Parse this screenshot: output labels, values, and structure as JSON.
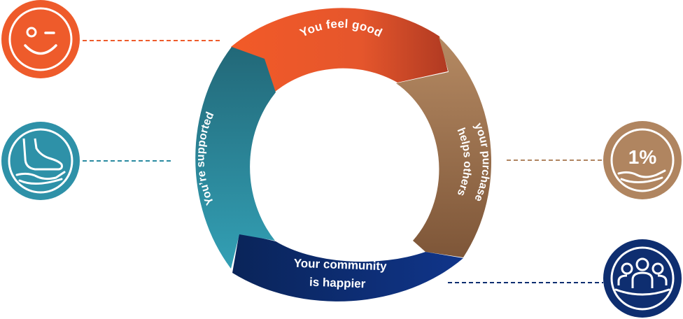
{
  "colors": {
    "orange": "#EE5B2B",
    "orange_dark": "#B83A22",
    "tan": "#B08560",
    "tan_dark": "#80583A",
    "navy": "#0E2E70",
    "navy_dark": "#0A2459",
    "teal": "#3096AC",
    "teal_dark": "#246E80"
  },
  "segments": {
    "feel_good": {
      "label": "You feel good",
      "icon": "smiley-wink-icon"
    },
    "purchase": {
      "line1": "your purchase",
      "line2": "helps others",
      "icon": "one-percent-hand-icon",
      "icon_text": "1%"
    },
    "community": {
      "line1": "Your community",
      "line2": "is happier",
      "icon": "community-people-icon"
    },
    "supported": {
      "label": "You’re supported",
      "icon": "foot-in-hand-icon"
    }
  }
}
